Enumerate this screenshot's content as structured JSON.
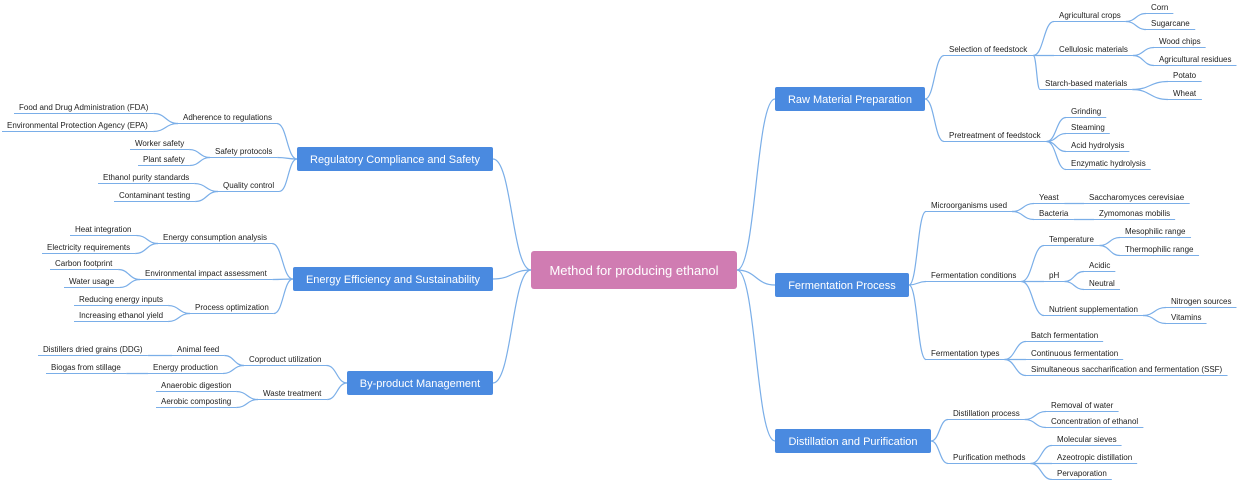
{
  "colors": {
    "root_fill": "#d07cb2",
    "branch_fill": "#4a8ae0",
    "line": "#7aaee8",
    "text_dark": "#222222",
    "text_light": "#ffffff"
  },
  "root": "Method for producing ethanol",
  "right": [
    {
      "label": "Raw Material Preparation",
      "children": [
        {
          "label": "Selection of feedstock",
          "children": [
            {
              "label": "Agricultural crops",
              "children": [
                {
                  "label": "Corn"
                },
                {
                  "label": "Sugarcane"
                }
              ]
            },
            {
              "label": "Cellulosic materials",
              "children": [
                {
                  "label": "Wood chips"
                },
                {
                  "label": "Agricultural residues"
                }
              ]
            },
            {
              "label": "Starch-based materials",
              "children": [
                {
                  "label": "Potato"
                },
                {
                  "label": "Wheat"
                }
              ]
            }
          ]
        },
        {
          "label": "Pretreatment of feedstock",
          "children": [
            {
              "label": "Grinding"
            },
            {
              "label": "Steaming"
            },
            {
              "label": "Acid hydrolysis"
            },
            {
              "label": "Enzymatic hydrolysis"
            }
          ]
        }
      ]
    },
    {
      "label": "Fermentation Process",
      "children": [
        {
          "label": "Microorganisms used",
          "children": [
            {
              "label": "Yeast",
              "children": [
                {
                  "label": "Saccharomyces cerevisiae"
                }
              ]
            },
            {
              "label": "Bacteria",
              "children": [
                {
                  "label": "Zymomonas mobilis"
                }
              ]
            }
          ]
        },
        {
          "label": "Fermentation conditions",
          "children": [
            {
              "label": "Temperature",
              "children": [
                {
                  "label": "Mesophilic range"
                },
                {
                  "label": "Thermophilic range"
                }
              ]
            },
            {
              "label": "pH",
              "children": [
                {
                  "label": "Acidic"
                },
                {
                  "label": "Neutral"
                }
              ]
            },
            {
              "label": "Nutrient supplementation",
              "children": [
                {
                  "label": "Nitrogen sources"
                },
                {
                  "label": "Vitamins"
                }
              ]
            }
          ]
        },
        {
          "label": "Fermentation types",
          "children": [
            {
              "label": "Batch fermentation"
            },
            {
              "label": "Continuous fermentation"
            },
            {
              "label": "Simultaneous saccharification and fermentation (SSF)"
            }
          ]
        }
      ]
    },
    {
      "label": "Distillation and Purification",
      "children": [
        {
          "label": "Distillation process",
          "children": [
            {
              "label": "Removal of water"
            },
            {
              "label": "Concentration of ethanol"
            }
          ]
        },
        {
          "label": "Purification methods",
          "children": [
            {
              "label": "Molecular sieves"
            },
            {
              "label": "Azeotropic distillation"
            },
            {
              "label": "Pervaporation"
            }
          ]
        }
      ]
    }
  ],
  "left": [
    {
      "label": "Regulatory Compliance and Safety",
      "children": [
        {
          "label": "Adherence to regulations",
          "children": [
            {
              "label": "Food and Drug Administration (FDA)"
            },
            {
              "label": "Environmental Protection Agency (EPA)"
            }
          ]
        },
        {
          "label": "Safety protocols",
          "children": [
            {
              "label": "Worker safety"
            },
            {
              "label": "Plant safety"
            }
          ]
        },
        {
          "label": "Quality control",
          "children": [
            {
              "label": "Ethanol purity standards"
            },
            {
              "label": "Contaminant testing"
            }
          ]
        }
      ]
    },
    {
      "label": "Energy Efficiency and Sustainability",
      "children": [
        {
          "label": "Energy consumption analysis",
          "children": [
            {
              "label": "Heat integration"
            },
            {
              "label": "Electricity requirements"
            }
          ]
        },
        {
          "label": "Environmental impact assessment",
          "children": [
            {
              "label": "Carbon footprint"
            },
            {
              "label": "Water usage"
            }
          ]
        },
        {
          "label": "Process optimization",
          "children": [
            {
              "label": "Reducing energy inputs"
            },
            {
              "label": "Increasing ethanol yield"
            }
          ]
        }
      ]
    },
    {
      "label": "By-product Management",
      "children": [
        {
          "label": "Coproduct utilization",
          "children": [
            {
              "label": "Animal feed",
              "children": [
                {
                  "label": "Distillers dried grains (DDG)"
                }
              ]
            },
            {
              "label": "Energy production",
              "children": [
                {
                  "label": "Biogas from stillage"
                }
              ]
            }
          ]
        },
        {
          "label": "Waste treatment",
          "children": [
            {
              "label": "Anaerobic digestion"
            },
            {
              "label": "Aerobic composting"
            }
          ]
        }
      ]
    }
  ]
}
